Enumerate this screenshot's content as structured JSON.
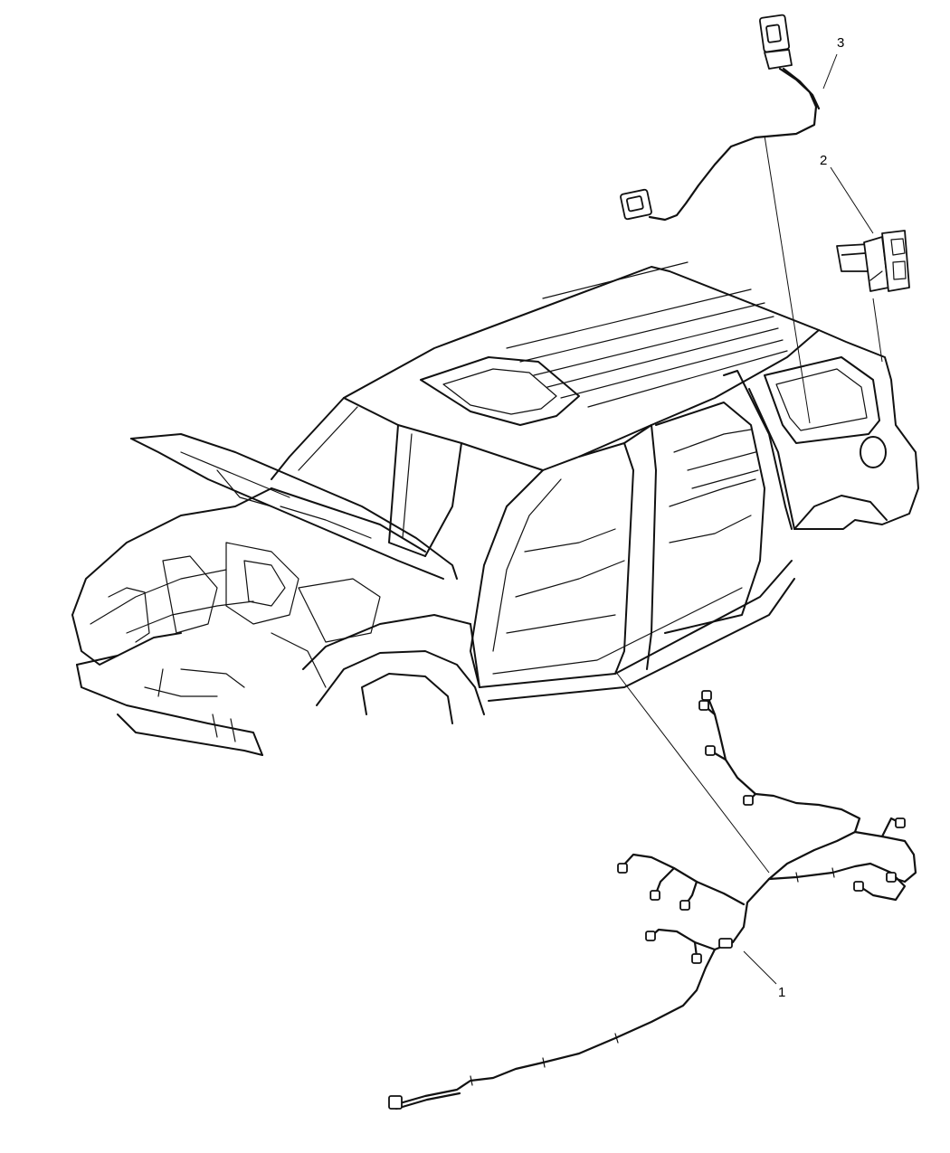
{
  "diagram": {
    "callouts": [
      {
        "id": "callout-1",
        "label": "1"
      },
      {
        "id": "callout-2",
        "label": "2"
      },
      {
        "id": "callout-3",
        "label": "3"
      }
    ],
    "parts": [
      {
        "callout": "1",
        "icon": "wiring-harness"
      },
      {
        "callout": "2",
        "icon": "trailer-tow-connector"
      },
      {
        "callout": "3",
        "icon": "connector-pigtail-wire"
      }
    ]
  }
}
